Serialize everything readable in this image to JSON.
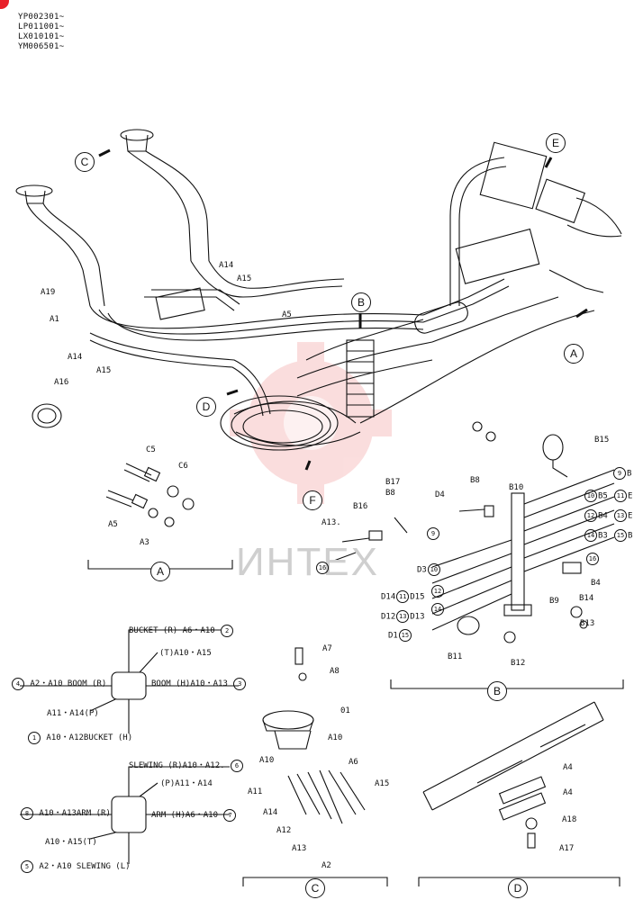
{
  "serials": [
    "YP002301~",
    "LP011001~",
    "LX010101~",
    "YM006501~"
  ],
  "watermark": "ИНТЕХ",
  "view_letters": {
    "C_top": "C",
    "E_top": "E",
    "B_top": "B",
    "A_right": "A",
    "D_mid": "D",
    "F_mid": "F",
    "A_section": "A",
    "B_section": "B",
    "C_section": "C",
    "D_section": "D"
  },
  "main_labels": {
    "a14": "A14",
    "a15": "A15",
    "a19": "A19",
    "a1": "A1",
    "a14b": "A14",
    "a15b": "A15",
    "a5": "A5",
    "a16": "A16"
  },
  "detailA": {
    "c5": "C5",
    "c6": "C6",
    "a5": "A5",
    "a3": "A3"
  },
  "detailB": {
    "b15": "B15",
    "b8a": "B8",
    "b17": "B17",
    "b8b": "B8",
    "d4": "D4",
    "b10": "B10",
    "b16": "B16",
    "a13": "A13.",
    "n9r": "9",
    "b9r": "B",
    "n10r": "10",
    "b5": "B5",
    "n11r": "11",
    "b11txt": "E",
    "n12r": "12",
    "b4": "B4",
    "n13r": "13",
    "b13txt": "E",
    "n14r": "14",
    "b3": "B3",
    "n15r": "15",
    "b15txt": "B",
    "n16r": "16",
    "b4b": "B4",
    "b9": "B9",
    "b14": "B14",
    "b13": "B13",
    "b11": "B11",
    "b12": "B12",
    "d3": "D3",
    "n10l": "10",
    "d14": "D14",
    "n11l": "11",
    "d15": "D15",
    "n12l": "12",
    "d12": "D12",
    "n13l": "13",
    "d13": "D13",
    "n14l": "14",
    "d1": "D1",
    "n15l": "15",
    "n9": "9",
    "n16": "16"
  },
  "pattern1": {
    "bucket_r": "BUCKET (R) A6・A10",
    "n2": "2",
    "boom_r": "A2・A10 BOOM (R)",
    "n4": "4",
    "t": "(T)A10・A15",
    "boom_h": "BOOM (H)A10・A13",
    "n3": "3",
    "a11p": "A11・A14(P)",
    "bucket_h": "A10・A12BUCKET (H)",
    "n1": "1"
  },
  "pattern2": {
    "slew_r": "SLEWING (R)A10・A12.",
    "n6": "6",
    "p": "(P)A11・A14",
    "arm_r": "A10・A13ARM (R)",
    "n8": "8",
    "arm_h": "ARM (H)A6・A10",
    "n7": "7",
    "t": "A10・A15(T)",
    "slew_l": "A2・A10 SLEWING (L)",
    "n5": "5"
  },
  "detailC": {
    "a7": "A7",
    "a8": "A8",
    "o1": "01",
    "a10a": "A10",
    "a10b": "A10",
    "a6": "A6",
    "a11": "A11",
    "a15": "A15",
    "a14": "A14",
    "a12": "A12",
    "a13": "A13",
    "a2": "A2"
  },
  "detailD": {
    "a4a": "A4",
    "a4b": "A4",
    "a18": "A18",
    "a17": "A17"
  }
}
